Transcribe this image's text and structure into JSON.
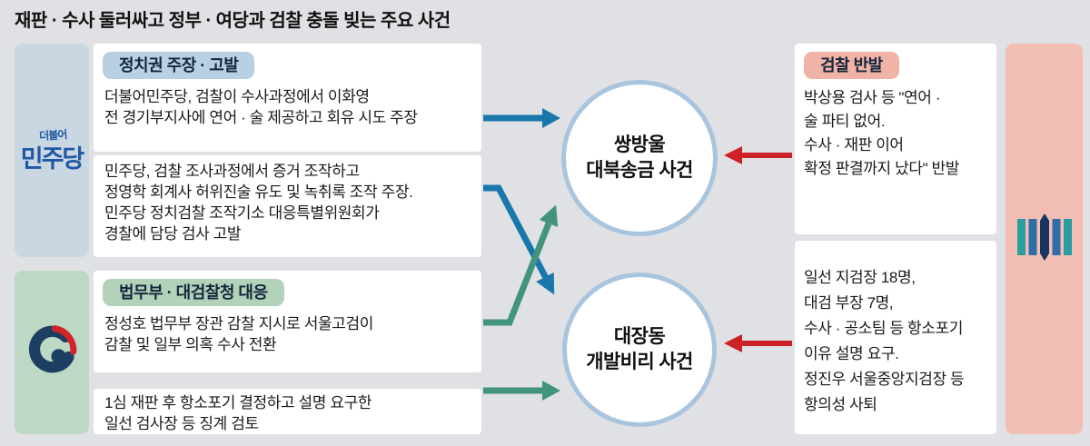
{
  "title": "재판 · 수사 둘러싸고 정부 · 여당과 검찰 충돌 빚는 주요 사건",
  "left_panel": {
    "party_logo_small": "더불어",
    "party_logo_big": "민주당",
    "politics_badge": "정치권 주장 · 고발",
    "claim_box1": {
      "lines": [
        "더불어민주당, 검찰이 수사과정에서 이화영",
        "전 경기부지사에 연어 · 술 제공하고 회유 시도 주장"
      ]
    },
    "claim_box2": {
      "lines": [
        "민주당, 검찰 조사과정에서 증거 조작하고",
        "정영학 회계사 허위진술 유도 및 녹취록 조작 주장.",
        "민주당 정치검찰 조작기소 대응특별위원회가",
        "경찰에 담당 검사 고발"
      ]
    },
    "ministry_badge": "법무부 · 대검찰청 대응",
    "response_box1": {
      "lines": [
        "정성호 법무부 장관 감찰 지시로 서울고검이",
        "감찰 및 일부 의혹 수사 전환"
      ]
    },
    "response_box2": {
      "lines": [
        "1심 재판 후 항소포기 결정하고 설명 요구한",
        "일선 검사장 등 징계 검토"
      ]
    }
  },
  "cases": {
    "case1": {
      "lines": [
        "쌍방울",
        "대북송금 사건"
      ]
    },
    "case2": {
      "lines": [
        "대장동",
        "개발비리 사건"
      ]
    }
  },
  "right_panel": {
    "badge": "검찰 반발",
    "reaction_box1": {
      "lines": [
        "박상용 검사 등 \"연어 ·",
        "술 파티 없어.",
        "수사 · 재판 이어",
        "확정 판결까지 났다\" 반발"
      ]
    },
    "reaction_box2": {
      "lines": [
        "일선 지검장 18명,",
        "대검 부장 7명,",
        "수사 · 공소팀 등 항소포기",
        "이유 설명 요구.",
        "정진우 서울중앙지검장 등",
        "항의성 사퇴"
      ]
    }
  },
  "icons": {
    "party_logo": "minjoo-party-logo",
    "government_emblem": "government-emblem-icon",
    "prosecution_emblem": "prosecution-emblem-icon"
  },
  "connections": [
    {
      "from": "정치권 주장 · 고발 (연어·술 회유 주장)",
      "to": "쌍방울 대북송금 사건",
      "color": "#1878ab"
    },
    {
      "from": "정치권 주장 · 고발 (증거 조작 주장)",
      "to": "대장동 개발비리 사건",
      "color": "#1878ab"
    },
    {
      "from": "법무부 · 대검찰청 대응 (감찰 지시)",
      "to": "쌍방울 대북송금 사건",
      "color": "#43947c"
    },
    {
      "from": "법무부 · 대검찰청 대응 (징계 검토)",
      "to": "대장동 개발비리 사건",
      "color": "#43947c"
    },
    {
      "from": "검찰 반발 (박상용 검사 등)",
      "to": "쌍방울 대북송금 사건",
      "color": "#cc2127"
    },
    {
      "from": "검찰 반발 (지검장·대검 부장 등)",
      "to": "대장동 개발비리 사건",
      "color": "#cc2127"
    }
  ],
  "colors": {
    "background": "#e0e1e4",
    "blue_panel": "#c9d7e3",
    "green_panel": "#bdd8c4",
    "pink_panel": "#f2bdb2",
    "blue_badge": "#b7d0e2",
    "green_badge": "#b3d2ba",
    "pink_badge": "#f0b3a6",
    "blue_arrow": "#1878ab",
    "green_arrow": "#43947c",
    "red_arrow": "#cc2127",
    "circle_border": "#a9c4dd",
    "party_blue": "#2058a4",
    "emblem_navy": "#1d3e63",
    "emblem_red": "#d2232a",
    "prosecution_teal": "#2a9d9f",
    "prosecution_blue": "#2e6da8",
    "prosecution_navy": "#18355e"
  }
}
